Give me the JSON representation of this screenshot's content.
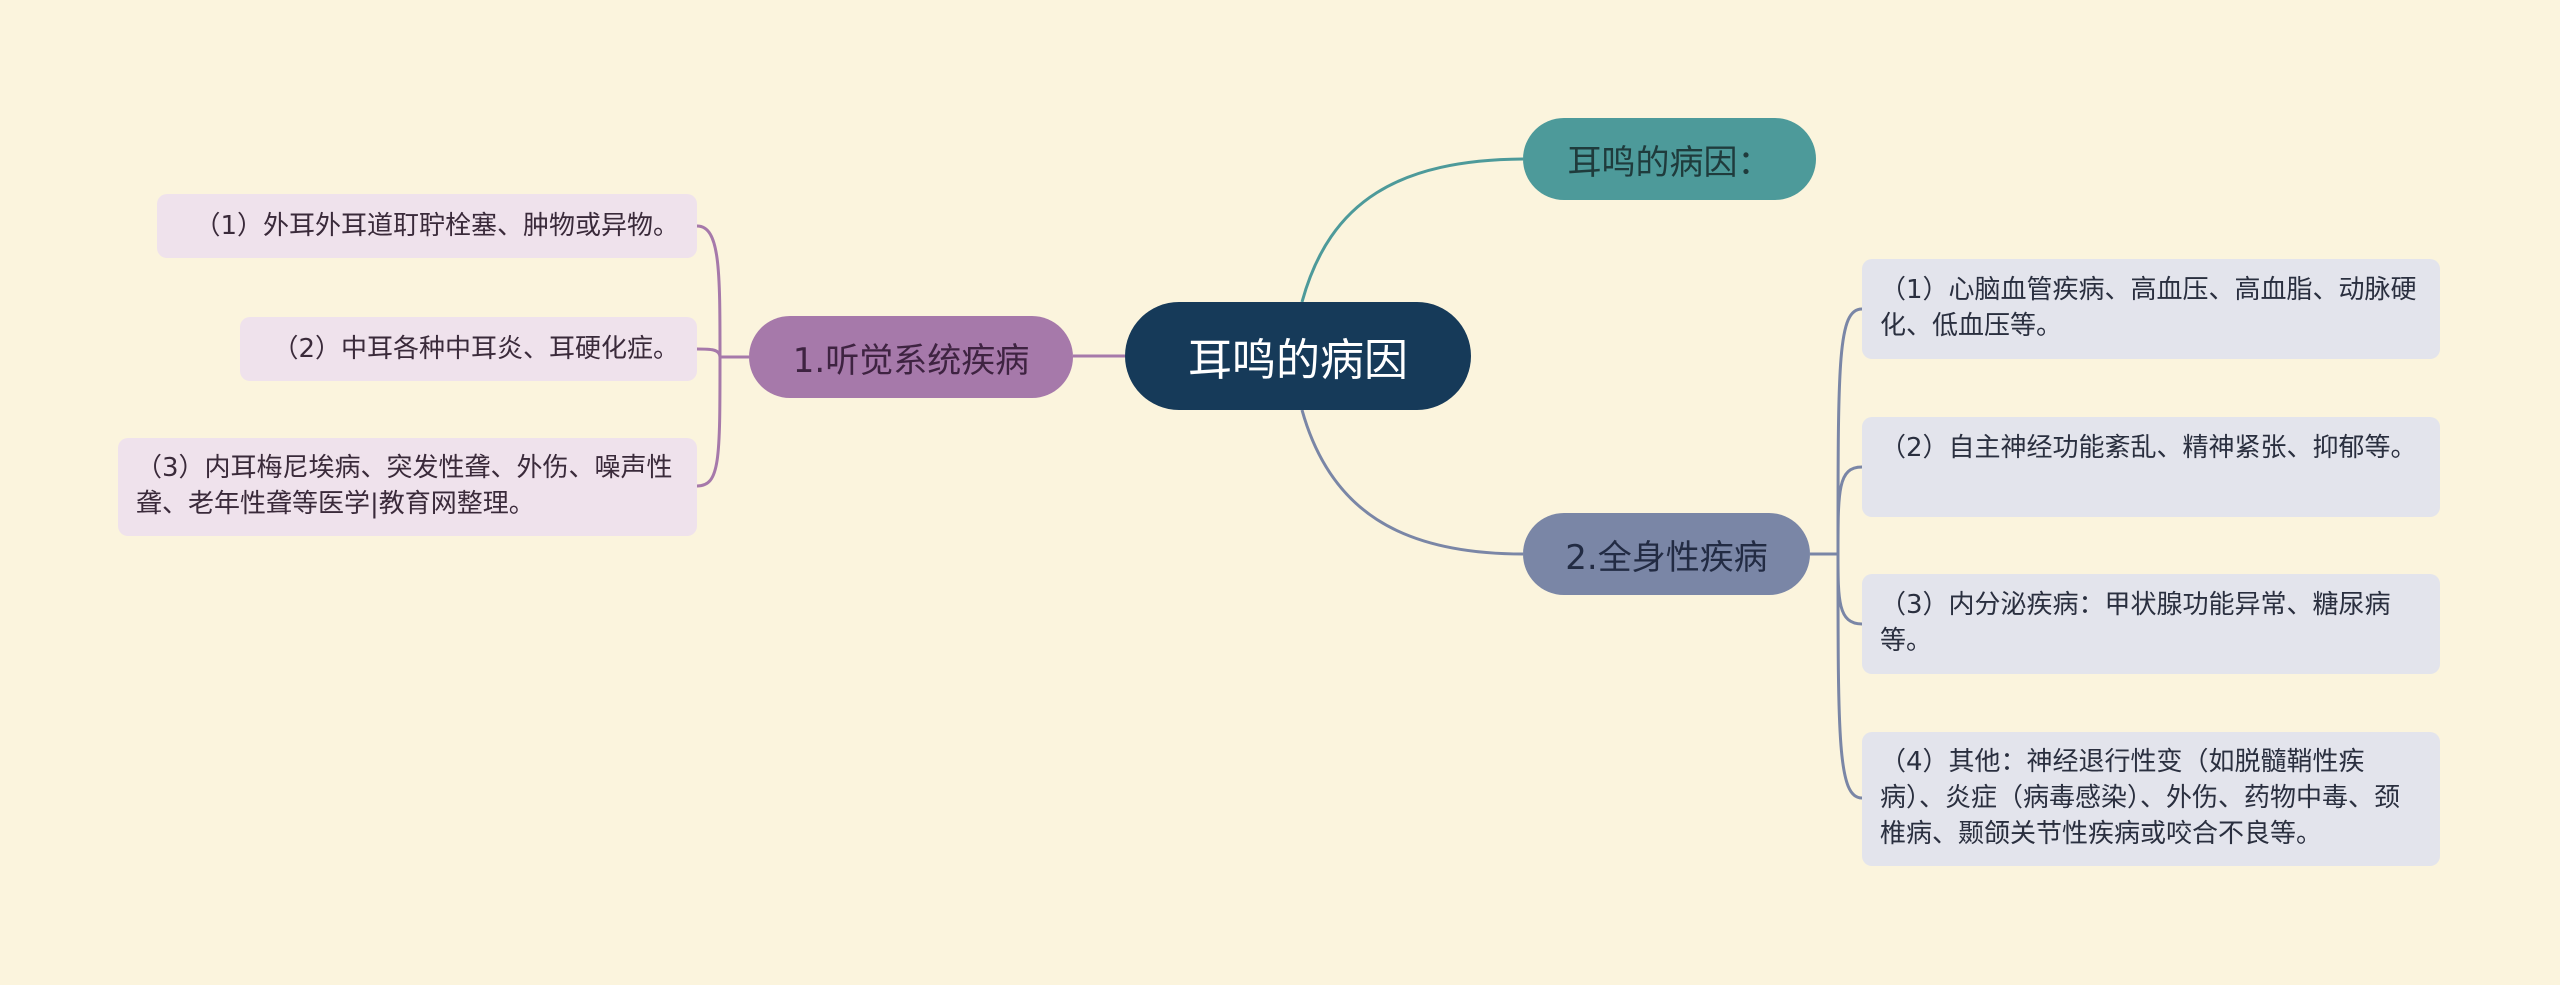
{
  "root": {
    "label": "耳鸣的病因"
  },
  "branches": {
    "top": {
      "label": "耳鸣的病因：",
      "color": "#4d9a9a"
    },
    "left": {
      "label": "1.听觉系统疾病",
      "color": "#a679aa",
      "items": [
        "（1）外耳外耳道耵聍栓塞、肿物或异物。",
        "（2）中耳各种中耳炎、耳硬化症。",
        "（3）内耳梅尼埃病、突发性聋、外伤、噪声性聋、老年性聋等医学|教育网整理。"
      ]
    },
    "right": {
      "label": "2.全身性疾病",
      "color": "#7a86a6",
      "items": [
        "（1）心脑血管疾病、高血压、高血脂、动脉硬化、低血压等。",
        "（2）自主神经功能紊乱、精神紧张、抑郁等。",
        "（3）内分泌疾病：甲状腺功能异常、糖尿病等。",
        "（4）其他：神经退行性变（如脱髓鞘性疾病）、炎症（病毒感染）、外伤、药物中毒、颈椎病、颞颌关节性疾病或咬合不良等。"
      ]
    }
  },
  "colors": {
    "background": "#fbf4dd",
    "root": "#163a59"
  }
}
